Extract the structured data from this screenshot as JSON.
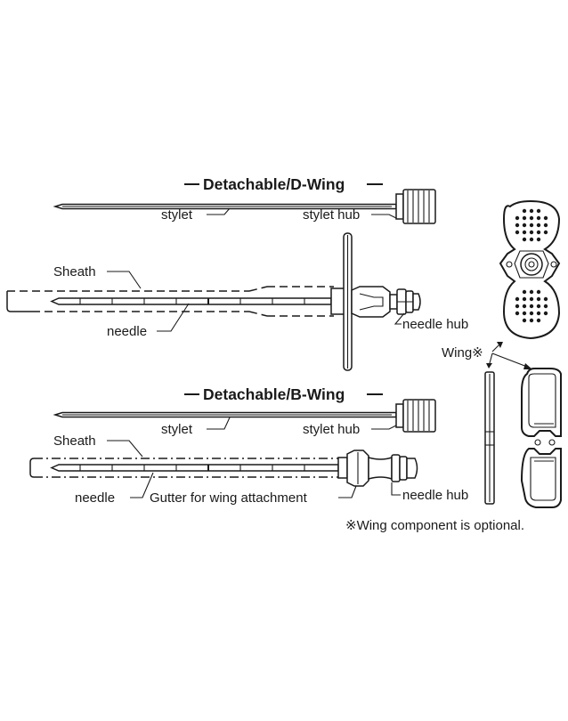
{
  "d_wing": {
    "title": "Detachable/D-Wing",
    "stylet_label": "stylet",
    "stylet_hub_label": "stylet hub",
    "sheath_label": "Sheath",
    "needle_label": "needle",
    "needle_hub_label": "needle hub"
  },
  "b_wing": {
    "title": "Detachable/B-Wing",
    "stylet_label": "stylet",
    "stylet_hub_label": "stylet hub",
    "sheath_label": "Sheath",
    "needle_label": "needle",
    "gutter_label": "Gutter for wing attachment",
    "needle_hub_label": "needle hub"
  },
  "wing": {
    "label": "Wing※",
    "note": "※Wing component is optional."
  },
  "colors": {
    "line": "#1a1a1a",
    "background": "#ffffff"
  }
}
